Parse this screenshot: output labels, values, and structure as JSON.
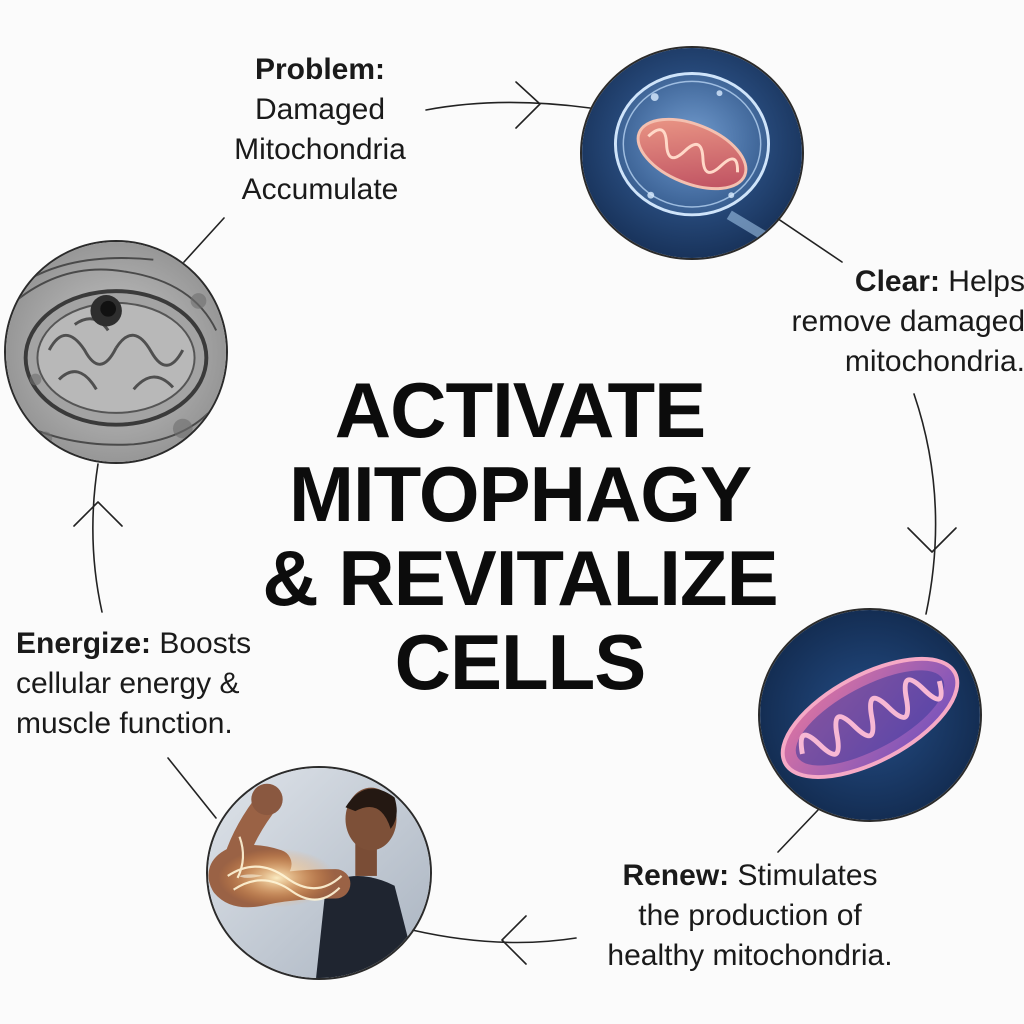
{
  "title": {
    "line1": "ACTIVATE",
    "line2": "MITOPHAGY",
    "line3": "& REVITALIZE",
    "line4": "CELLS"
  },
  "steps": {
    "problem": {
      "heading": "Problem:",
      "line1": "Damaged",
      "line2": "Mitochondria",
      "line3": "Accumulate"
    },
    "clear": {
      "heading": "Clear:",
      "line1": " Helps",
      "line2": "remove damaged",
      "line3": "mitochondria."
    },
    "renew": {
      "heading": "Renew:",
      "line1": " Stimulates",
      "line2": "the production of",
      "line3": "healthy mitochondria."
    },
    "energize": {
      "heading": "Energize:",
      "line1": " Boosts",
      "line2": "cellular energy &",
      "line3": "muscle function."
    }
  },
  "images": {
    "damaged": "damaged-mitochondrion-micrograph",
    "clear": "mitochondrion-in-autophagosome-illustration",
    "renew": "healthy-mitochondrion-illustration",
    "energize": "woman-flexing-bicep-photo"
  },
  "colors": {
    "background": "#fbfbfb",
    "text": "#141414",
    "cell_blue": "#1d3f6e",
    "mito_pink": "#e06a86",
    "mito_purple": "#7a5fc0"
  }
}
